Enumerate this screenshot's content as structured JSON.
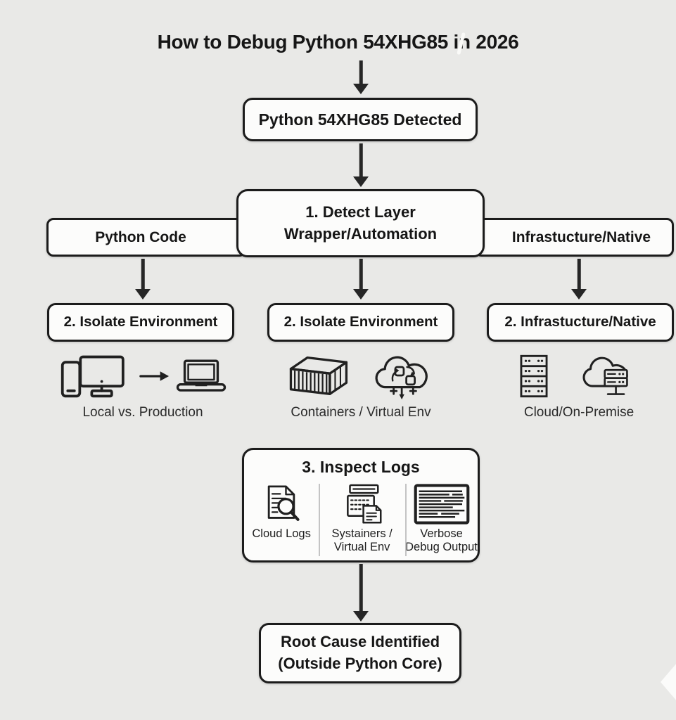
{
  "colors": {
    "bg": "#e9e9e7",
    "box_fill": "#fcfcfb",
    "line": "#1c1c1c",
    "text": "#161616",
    "caption": "#2a2a2a",
    "divider": "#c4c4c4",
    "arrow": "#262626",
    "artifact": "#fafaf8"
  },
  "title": {
    "text": "How to Debug Python 54XHG85 in 2026"
  },
  "flow": {
    "detected": "Python 54XHG85 Detected",
    "detect_layer": {
      "line1": "1. Detect Layer",
      "line2": "Wrapper/Automation"
    },
    "branch_left": "Python Code",
    "branch_right": "Infrastucture/Native",
    "step2_left": "2. Isolate Environment",
    "step2_mid": "2. Isolate Environment",
    "step2_right": "2. Infrastucture/Native",
    "caption_left": "Local vs. Production",
    "caption_mid": "Containers / Virtual Env",
    "caption_right": "Cloud/On-Premise",
    "inspect": {
      "title": "3. Inspect Logs",
      "col1": {
        "caption": "Cloud Logs",
        "icon": "document-search-icon"
      },
      "col2": {
        "caption_line1": "Systainers /",
        "caption_line2": "Virtual Env",
        "icon": "form-note-icon"
      },
      "col3": {
        "caption_line1": "Verbose",
        "caption_line2": "Debug Output",
        "icon": "log-window-icon"
      }
    },
    "root_cause": {
      "line1": "Root Cause Identified",
      "line2": "(Outside Python Core)"
    }
  },
  "icons": {
    "left_group": [
      "phone-monitor-icon",
      "arrow-right-icon",
      "laptop-icon"
    ],
    "mid_group": [
      "container-icon",
      "cloud-sync-icon"
    ],
    "right_group": [
      "server-rack-icon",
      "cloud-server-icon"
    ]
  }
}
